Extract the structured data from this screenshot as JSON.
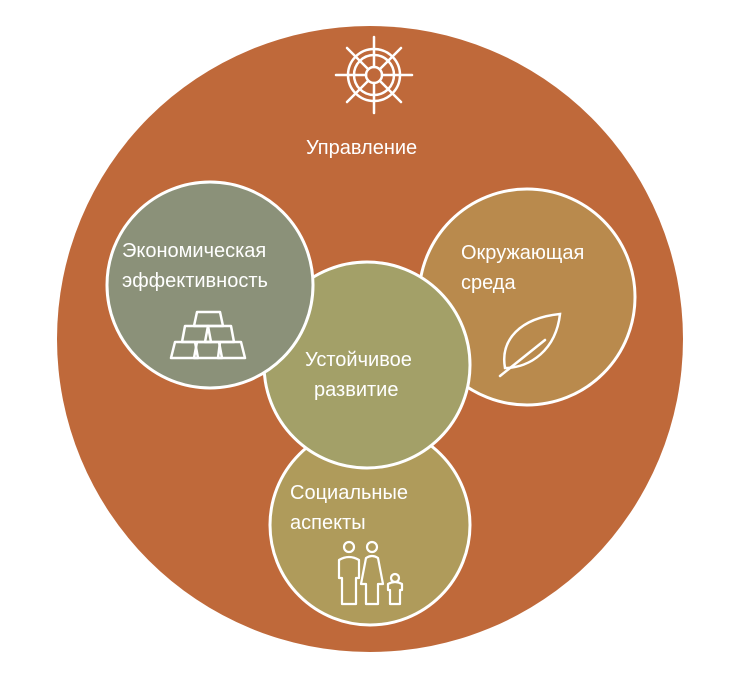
{
  "governance": {
    "label": "Управление",
    "icon": "ship-wheel-icon",
    "color": "#BF693A"
  },
  "economic": {
    "line1": "Экономическая",
    "line2": "эффективность",
    "icon": "gold-bars-icon",
    "color": "#8B9179"
  },
  "environment": {
    "line1": "Окружающая",
    "line2": "среда",
    "icon": "leaf-icon",
    "color": "#B98A4D"
  },
  "center": {
    "line1": "Устойчивое",
    "line2": "развитие",
    "color": "#A3A068"
  },
  "social": {
    "line1": "Социальные",
    "line2": "аспекты",
    "icon": "family-icon",
    "color": "#AF9B5B"
  }
}
